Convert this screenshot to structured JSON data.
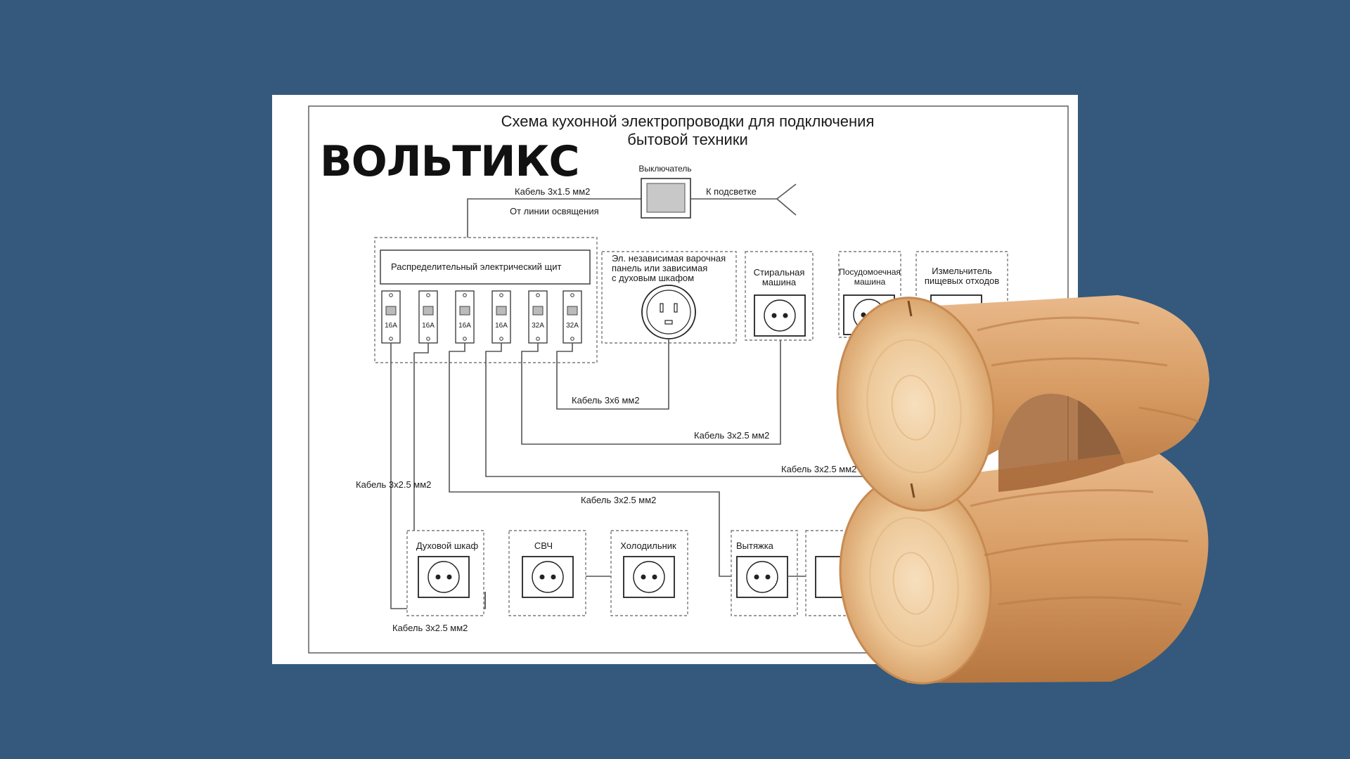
{
  "brand": "ВОЛЬТИКС",
  "diagram": {
    "title_line1": "Схема кухонной электропроводки для подключения",
    "title_line2": "бытовой техники",
    "switch_label": "Выключатель",
    "to_backlight": "К подсветке",
    "cable_lighting": "Кабель 3х1.5 мм2",
    "from_lighting_line": "От линии освящения",
    "panel_label": "Распределительный электрический щит",
    "breakers": [
      "16A",
      "16A",
      "16A",
      "16A",
      "32A",
      "32A"
    ],
    "hob_line1": "Эл. независимая варочная",
    "hob_line2": "панель или зависимая",
    "hob_line3": "с духовым шкафом",
    "washer_line1": "Стиральная",
    "washer_line2": "машина",
    "dishwasher_line1": "Посудомоечная",
    "dishwasher_line2": "машина",
    "disposer_line1": "Измельчитель",
    "disposer_line2": "пищевых отходов",
    "cable_3x6": "Кабель 3х6 мм2",
    "cable_25_a": "Кабель 3х2.5 мм2",
    "cable_25_b": "Кабель 3х2.5 мм2",
    "cable_25_c": "Кабель 3х2.5 мм2",
    "cable_25_d": "Кабель 3х2.5 мм2",
    "cable_25_e": "Кабель 3х2.5 мм2",
    "oven": "Духовой шкаф",
    "microwave": "СВЧ",
    "fridge": "Холодильник",
    "hood": "Вытяжка"
  },
  "colors": {
    "background": "#34597c",
    "wood_light": "#f0d2a8",
    "wood_mid": "#d9a26b",
    "wood_dark": "#b97a45"
  },
  "overlay_image": "wooden-logs"
}
